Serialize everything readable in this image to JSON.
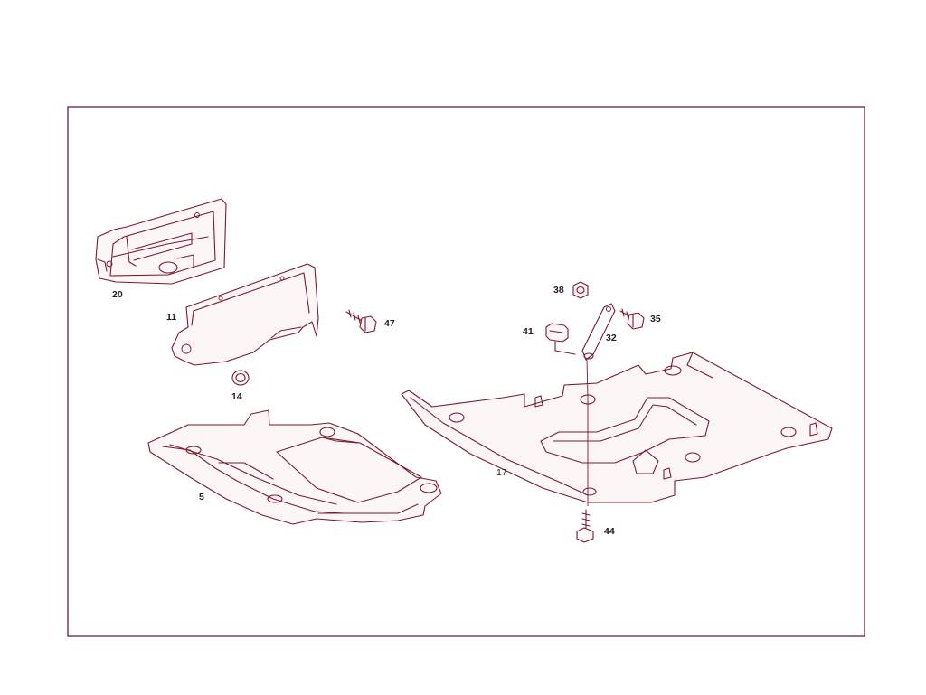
{
  "diagram": {
    "colors": {
      "line": "#7a1a2e",
      "fill": "#fdf6f6",
      "text": "#2a1a1a",
      "frame": "#5a1020"
    },
    "callouts": {
      "p5": "5",
      "p11": "11",
      "p14": "14",
      "p17": "17",
      "p20": "20",
      "p32": "32",
      "p35": "35",
      "p38": "38",
      "p41": "41",
      "p44": "44",
      "p47": "47"
    }
  }
}
